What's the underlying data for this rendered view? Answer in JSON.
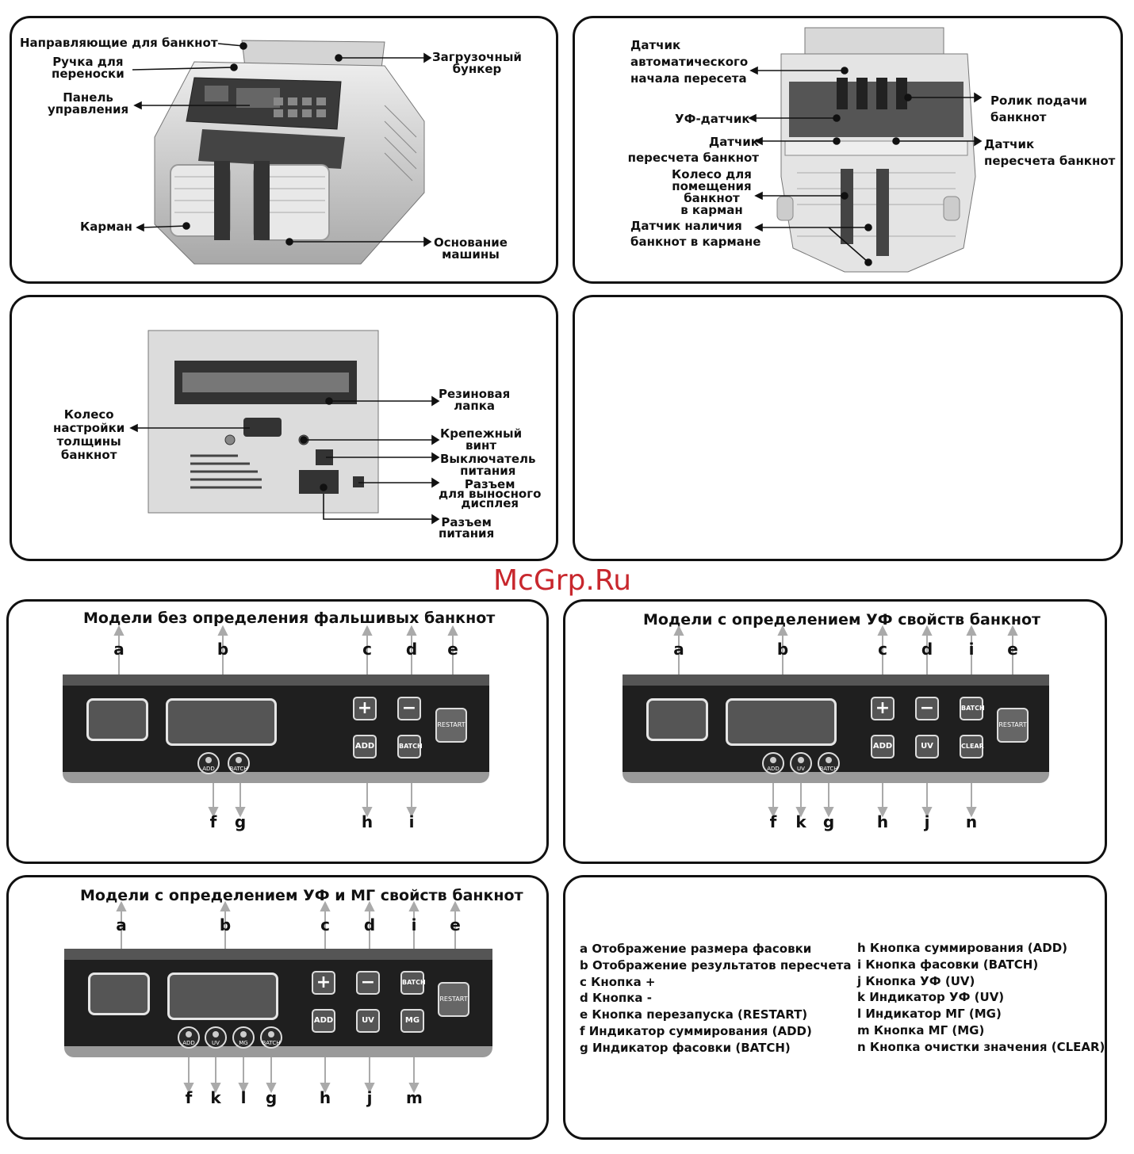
{
  "watermark": "McGrp.Ru",
  "front_view": {
    "labels": {
      "guides": "Направляющие для банкнот",
      "handle": "Ручка для\nпереноски",
      "panel": "Панель\nуправления",
      "pocket": "Карман",
      "hopper": "Загрузочный\nбункер",
      "base": "Основание\nмашины"
    }
  },
  "inner_view": {
    "labels": {
      "auto_sensor": "Датчик\nавтоматического\nначала пересета",
      "uv_sensor": "УФ-датчик",
      "count_sensor_left": "Датчик\nпересчета банкнот",
      "stacker_wheel": "Колесо для\nпомещения\nбанкнот\nв карман",
      "pocket_sensor": "Датчик наличия\nбанкнот в кармане",
      "feed_roller": "Ролик подачи\nбанкнот",
      "count_sensor_right": "Датчик\nпересчета банкнот"
    }
  },
  "rear_view": {
    "labels": {
      "thickness_wheel": "Колесо\nнастройки\nтолщины\nбанкнот",
      "rubber_flap": "Резиновая\nлапка",
      "screw": "Крепежный\nвинт",
      "power_switch": "Выключатель\nпитания",
      "display_port": "Разъем\nдля выносного\nдисплея",
      "power_port": "Разъем\nпитания"
    }
  },
  "panel_basic": {
    "title": "Модели без определения фальшивых банкнот",
    "letters_top": [
      "a",
      "b",
      "c",
      "d",
      "e"
    ],
    "letters_bottom": [
      "f",
      "g",
      "h",
      "i"
    ],
    "buttons": {
      "plus": "+",
      "minus": "−",
      "add": "ADD",
      "batch": "BATCH",
      "restart": "RESTART"
    },
    "indicators": [
      "ADD",
      "BATCH"
    ]
  },
  "panel_uv": {
    "title": "Модели с определением УФ свойств банкнот",
    "letters_top": [
      "a",
      "b",
      "c",
      "d",
      "i",
      "e"
    ],
    "letters_bottom": [
      "f",
      "k",
      "g",
      "h",
      "j",
      "n"
    ],
    "buttons": {
      "plus": "+",
      "minus": "−",
      "batch": "BATCH",
      "restart": "RESTART",
      "add": "ADD",
      "uv": "UV",
      "clear": "CLEAR"
    },
    "indicators": [
      "ADD",
      "UV",
      "BATCH"
    ]
  },
  "panel_uvmg": {
    "title": "Модели с определением УФ и МГ свойств банкнот",
    "letters_top": [
      "a",
      "b",
      "c",
      "d",
      "i",
      "e"
    ],
    "letters_bottom": [
      "f",
      "k",
      "l",
      "g",
      "h",
      "j",
      "m"
    ],
    "buttons": {
      "plus": "+",
      "minus": "−",
      "batch": "BATCH",
      "restart": "RESTART",
      "add": "ADD",
      "uv": "UV",
      "mg": "MG"
    },
    "indicators": [
      "ADD",
      "UV",
      "MG",
      "BATCH"
    ]
  },
  "legend": {
    "left": [
      "a Отображение размера фасовки",
      "b Отображение результатов пересчета",
      "c Кнопка +",
      "d Кнопка -",
      "e Кнопка перезапуска (RESTART)",
      "f Индикатор суммирования (ADD)",
      "g Индикатор фасовки (BATCH)"
    ],
    "right": [
      "h Кнопка суммирования (ADD)",
      "i Кнопка фасовки (BATCH)",
      "j Кнопка УФ (UV)",
      "k Индикатор УФ (UV)",
      "l Индикатор МГ (MG)",
      "m Кнопка МГ (MG)",
      "n Кнопка очистки значения (CLEAR)"
    ]
  }
}
